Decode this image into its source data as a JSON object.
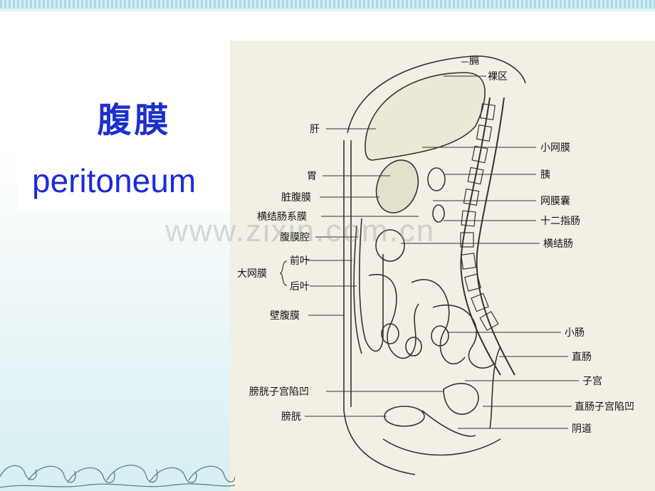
{
  "title": {
    "chinese": "腹膜",
    "english": "peritoneum"
  },
  "watermark": "www.zixin.com.cn",
  "labels": {
    "diaphragm": "膈",
    "bare_area": "裸区",
    "liver": "肝",
    "lesser_omentum": "小网膜",
    "stomach": "胃",
    "pancreas": "胰",
    "visceral_peritoneum": "脏腹膜",
    "omental_bursa": "网膜囊",
    "transverse_mesocolon": "横结肠系膜",
    "duodenum": "十二指肠",
    "peritoneal_cavity": "腹膜腔",
    "transverse_colon": "横结肠",
    "anterior_layer": "前叶",
    "greater_omentum": "大网膜",
    "posterior_layer": "后叶",
    "parietal_peritoneum": "壁腹膜",
    "small_intestine": "小肠",
    "rectum": "直肠",
    "uterus": "子宫",
    "vesicouterine_pouch": "膀胱子宫陷凹",
    "rectouterine_pouch": "直肠子宫陷凹",
    "bladder": "膀胱",
    "vagina": "阴道"
  }
}
